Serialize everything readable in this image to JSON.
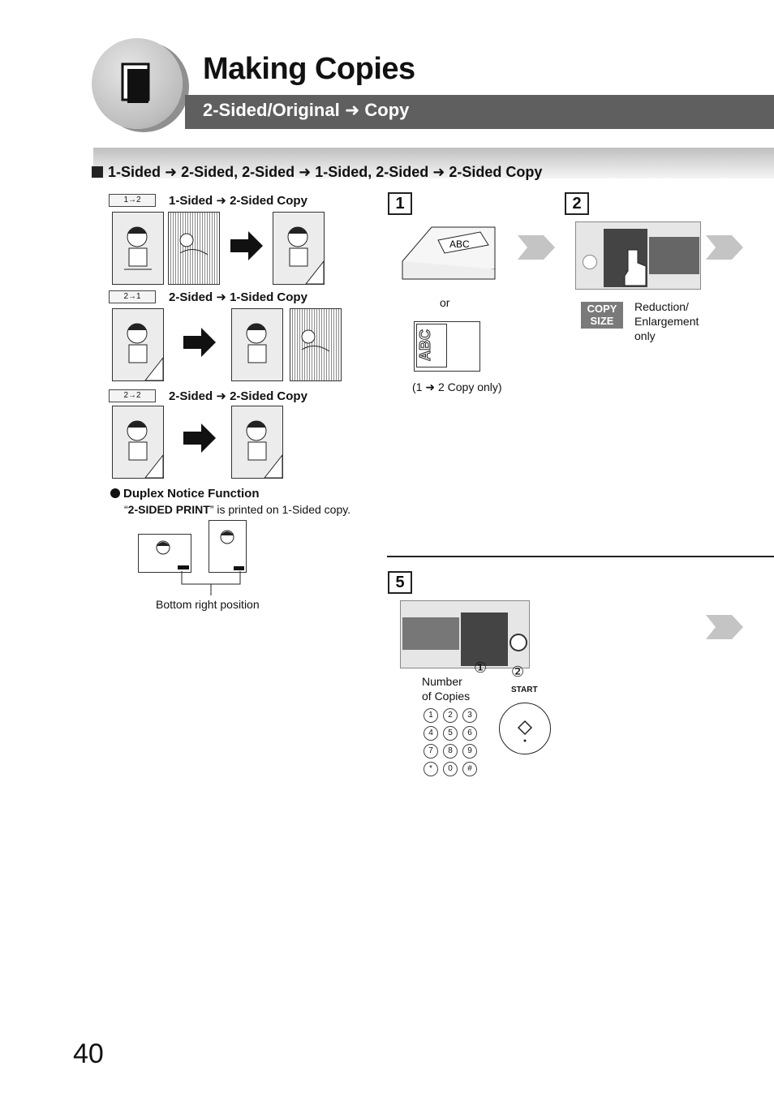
{
  "header": {
    "title": "Making Copies",
    "subtitle": "2-Sided/Original",
    "subtitle_arrow": "➜",
    "subtitle_end": "Copy"
  },
  "section": {
    "title": "1-Sided ➜ 2-Sided, 2-Sided ➜ 1-Sided, 2-Sided ➜ 2-Sided Copy"
  },
  "modes": [
    {
      "tag": "1→2",
      "label": "1-Sided  ➜ 2-Sided Copy"
    },
    {
      "tag": "2→1",
      "label": "2-Sided ➜ 1-Sided Copy"
    },
    {
      "tag": "2→2",
      "label": "2-Sided ➜ 2-Sided Copy"
    }
  ],
  "duplex_notice": {
    "heading": "Duplex Notice Function",
    "quote_open": "“",
    "bold": "2-SIDED PRINT",
    "rest": "” is printed on 1-Sided copy.",
    "caption": "Bottom right position"
  },
  "step1": {
    "number": "1",
    "abc": "ABC",
    "or": "or",
    "note": "(1 ➜ 2 Copy only)"
  },
  "step2": {
    "number": "2",
    "copy_size_line1": "COPY",
    "copy_size_line2": "SIZE",
    "desc_line1": "Reduction/",
    "desc_line2": "Enlargement",
    "desc_line3": "only"
  },
  "step5": {
    "number": "5",
    "callout1": "①",
    "callout2": "②",
    "num_copies_line1": "Number",
    "num_copies_line2": "of Copies",
    "start_label": "START",
    "keys": [
      "1",
      "2",
      "3",
      "4",
      "5",
      "6",
      "7",
      "8",
      "9",
      "*",
      "0",
      "#"
    ]
  },
  "page_number": "40"
}
